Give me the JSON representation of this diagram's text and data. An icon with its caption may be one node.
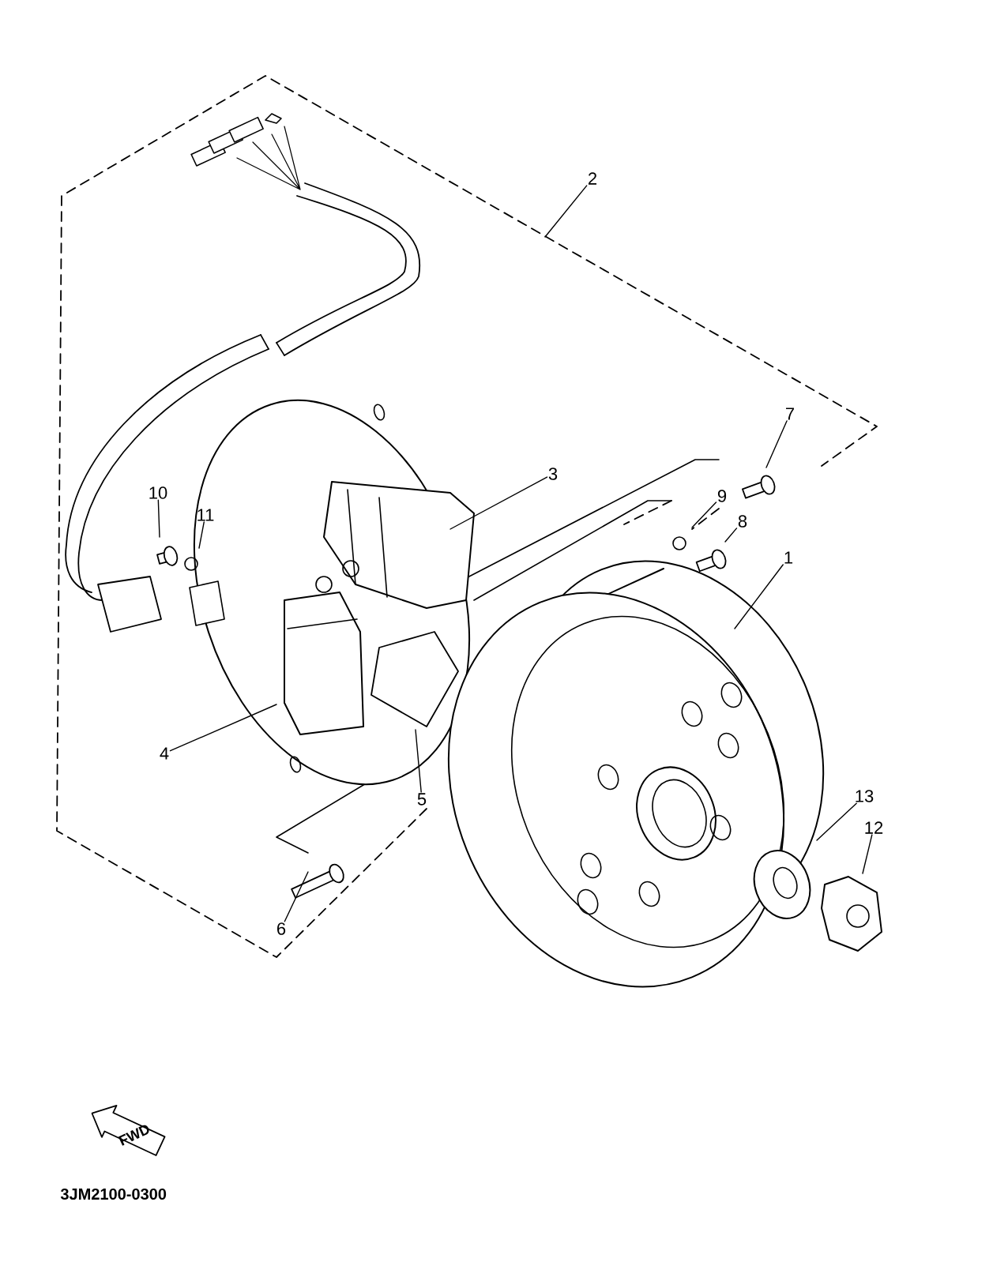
{
  "diagram": {
    "nodes": [
      {
        "text": [
          "2"
        ]
      },
      {
        "text": [
          "7"
        ]
      },
      {
        "text": [
          "3"
        ]
      },
      {
        "text": [
          "10"
        ]
      },
      {
        "text": [
          "11"
        ]
      },
      {
        "text": [
          "9"
        ]
      },
      {
        "text": [
          "8"
        ]
      },
      {
        "text": [
          "1"
        ]
      },
      {
        "text": [
          "4"
        ]
      },
      {
        "text": [
          "5"
        ]
      },
      {
        "text": [
          "13"
        ]
      },
      {
        "text": [
          "12"
        ]
      },
      {
        "text": [
          "6"
        ]
      },
      {
        "text": [
          "FWD"
        ]
      }
    ],
    "edges": [
      {
        "from": 0,
        "to": null,
        "arrow": "none"
      },
      {
        "from": 1,
        "to": null,
        "arrow": "none"
      },
      {
        "from": 2,
        "to": null,
        "arrow": "none"
      },
      {
        "from": 3,
        "to": null,
        "arrow": "none"
      },
      {
        "from": 4,
        "to": null,
        "arrow": "none"
      },
      {
        "from": 5,
        "to": null,
        "arrow": "none"
      },
      {
        "from": 6,
        "to": null,
        "arrow": "none"
      },
      {
        "from": 7,
        "to": null,
        "arrow": "none"
      },
      {
        "from": 8,
        "to": null,
        "arrow": "none"
      },
      {
        "from": 9,
        "to": null,
        "arrow": "none"
      },
      {
        "from": 10,
        "to": null,
        "arrow": "none"
      },
      {
        "from": 11,
        "to": null,
        "arrow": "none"
      },
      {
        "from": 12,
        "to": null,
        "arrow": "none"
      }
    ],
    "labels": [
      "3JM2100-0300"
    ]
  }
}
